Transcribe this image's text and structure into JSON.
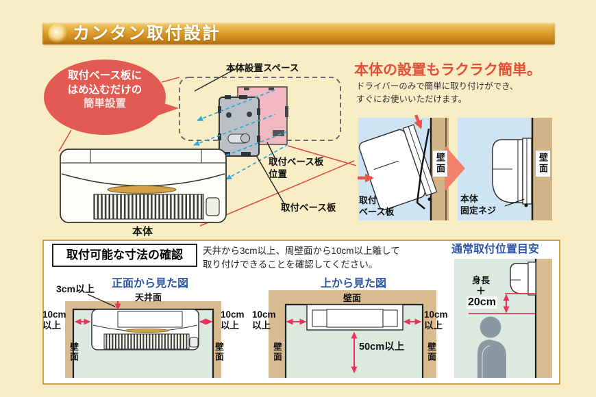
{
  "colors": {
    "page_background": "#f8edc4",
    "title_bar_gold": "#d29122",
    "bubble_red": "#e25a52",
    "heading_red": "#e25038",
    "diagram_title_blue": "#2b55a8",
    "dimension_red": "#e8365a",
    "projection_cyan": "#2fa8d8"
  },
  "header": {
    "title": "カンタン取付設計"
  },
  "hero": {
    "bubble_lines": [
      "取付ベース板に",
      "はめ込むだけの",
      "簡単設置"
    ],
    "space_label": "本体設置スペース",
    "plate_position_lines": [
      "取付ベース板",
      "位置"
    ],
    "plate_label": "取付ベース板",
    "unit_label": "本体"
  },
  "steps": {
    "heading": "本体の設置もラクラク簡単。",
    "body_lines": [
      "ドライバーのみで簡単に取り付けができ、",
      "すぐにお使いいただけます。"
    ],
    "step1": {
      "wall_label": "壁面",
      "caption_lines": [
        "取付",
        "ベース板"
      ]
    },
    "step2": {
      "wall_label": "壁面",
      "caption_lines": [
        "本体",
        "固定ネジ"
      ]
    }
  },
  "dimensions": {
    "check_title": "取付可能な寸法の確認",
    "note_lines": [
      "天井から3cm以上、周壁面から10cm以上離して",
      "取り付けできることを確認してください。"
    ],
    "front_view": {
      "title": "正面から見た図",
      "ceiling_label": "天井面",
      "top_clearance": "3cm以上",
      "side_clearance_lines": [
        "10cm",
        "以上"
      ],
      "wall_label": "壁面"
    },
    "top_view": {
      "title": "上から見た図",
      "back_wall_label": "壁面",
      "side_clearance_lines": [
        "10cm",
        "以上"
      ],
      "front_clearance": "50cm以上",
      "wall_label": "壁面"
    },
    "position_guide": {
      "title": "通常取付位置目安",
      "height_lines": [
        "身長",
        "＋",
        "20cm"
      ]
    }
  }
}
